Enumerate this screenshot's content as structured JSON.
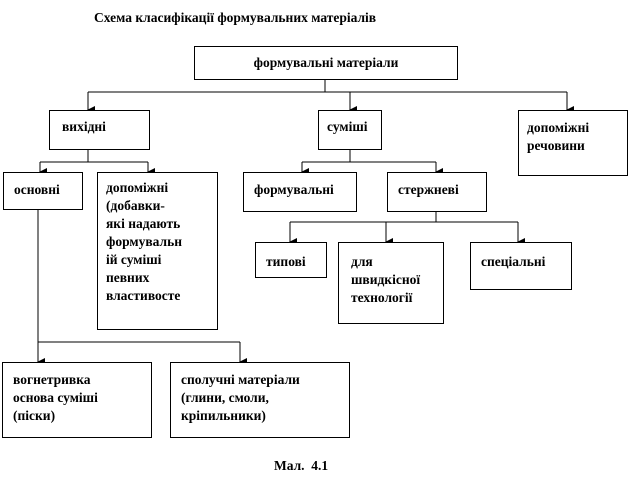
{
  "diagram": {
    "title": "Схема класифікації  формувальних матеріалів",
    "caption": "Мал.  4.1",
    "nodes": {
      "root": "формувальні матеріали",
      "vykhidni": "вихідні",
      "sumishi": "суміші",
      "dopomizhni_rechovyny": "допоміжні\nречовини",
      "osnovni": "основні",
      "dopomizhni_dobavky": "допоміжні\n(добавки-\nякі  надають\nформувальн\nій  суміші\nпевних\nвластивосте",
      "formuvalni": "формувальні",
      "strzhnevi": "стержневі",
      "typovi": "типові",
      "shvydkisna": "для\nшвидкісної\nтехнології",
      "spetsialni": "спеціальні",
      "vohnetryvka": "вогнетривка\nоснова суміші\n(піски)",
      "spoluchni": "сполучні матеріали\n(глини, смоли,\nкріпильники)"
    }
  }
}
